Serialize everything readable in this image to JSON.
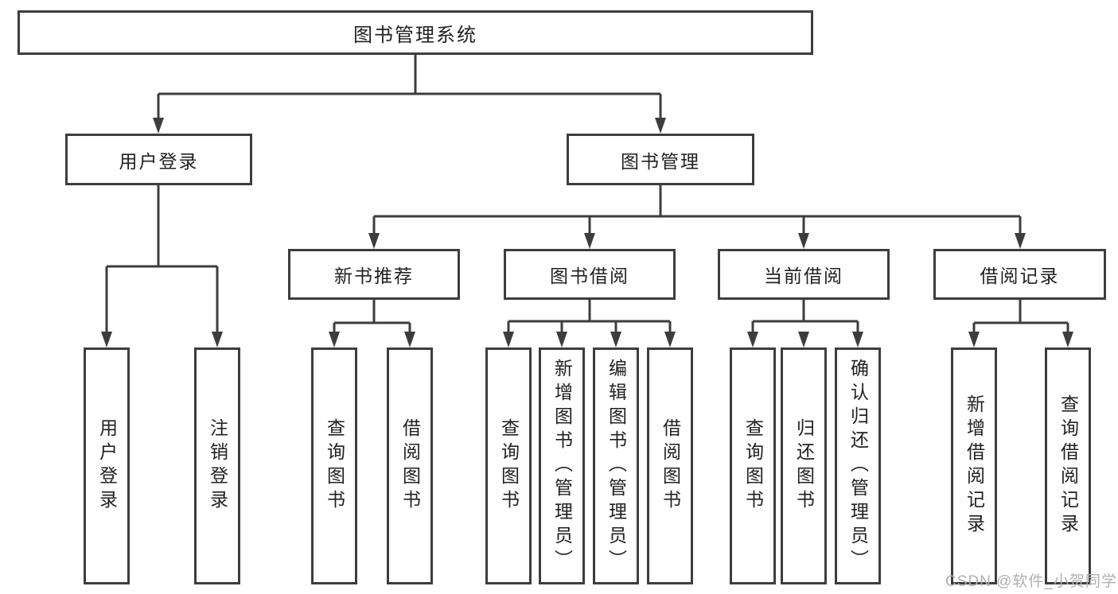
{
  "diagram": {
    "root": {
      "label": "图书管理系统"
    },
    "branches": [
      {
        "label": "用户登录",
        "children": [
          {
            "label": "用户登录"
          },
          {
            "label": "注销登录"
          }
        ]
      },
      {
        "label": "图书管理",
        "children": [
          {
            "label": "新书推荐",
            "children": [
              {
                "label": "查询图书"
              },
              {
                "label": "借阅图书"
              }
            ]
          },
          {
            "label": "图书借阅",
            "children": [
              {
                "label": "查询图书"
              },
              {
                "label": "新增图书（管理员）"
              },
              {
                "label": "编辑图书（管理员）"
              },
              {
                "label": "借阅图书"
              }
            ]
          },
          {
            "label": "当前借阅",
            "children": [
              {
                "label": "查询图书"
              },
              {
                "label": "归还图书"
              },
              {
                "label": "确认归还（管理员）"
              }
            ]
          },
          {
            "label": "借阅记录",
            "children": [
              {
                "label": "新增借阅记录"
              },
              {
                "label": "查询借阅记录"
              }
            ]
          }
        ]
      }
    ]
  },
  "watermark": {
    "text": "CSDN @软件_小贺同学"
  },
  "colors": {
    "line": "#3d3d3d",
    "text": "#212121",
    "background": "#ffffff",
    "watermark": "#b0b0b0"
  }
}
